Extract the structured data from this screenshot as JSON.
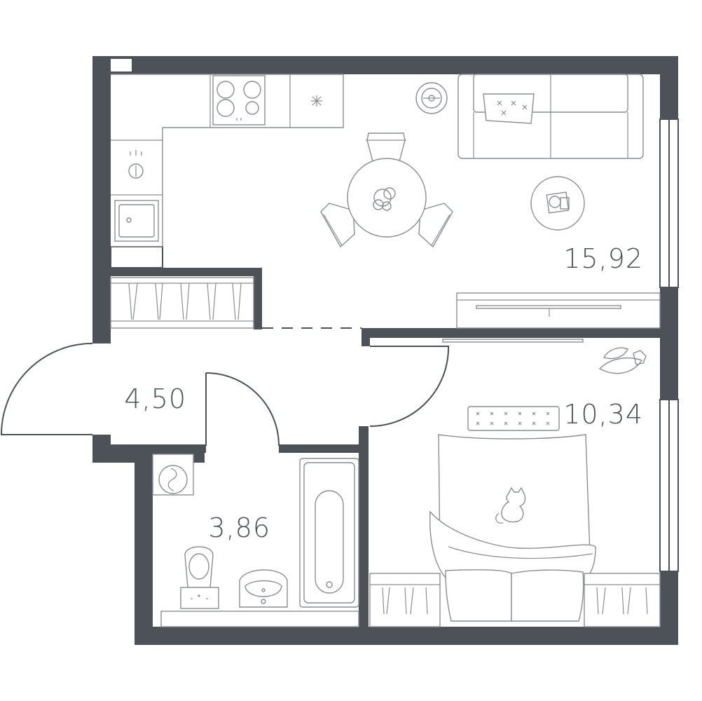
{
  "rooms": {
    "living_kitchen": {
      "area": "15,92"
    },
    "bedroom": {
      "area": "10,34"
    },
    "hallway": {
      "area": "4,50"
    },
    "bathroom": {
      "area": "3,86"
    }
  },
  "colors": {
    "wall": "#4d5158",
    "furniture_line": "#8a8d92",
    "background": "#ffffff"
  }
}
